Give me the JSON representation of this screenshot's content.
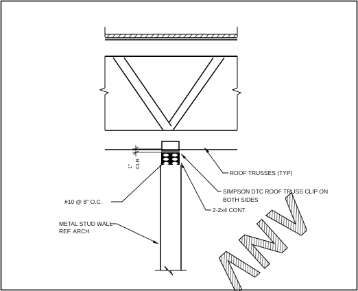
{
  "drawing": {
    "clearance_dim": "1\"",
    "clearance_label": "CLR",
    "notes": {
      "roof_trusses": "ROOF TRUSSES (TYP)",
      "truss_clip_line1": "SIMPSON DTC ROOF TRUSS CLIP ON",
      "truss_clip_line2": "BOTH SIDES",
      "top_plate": "2-2x4 CONT.",
      "screws": "#10 @ 8\" O.C.",
      "stud_wall_line1": "METAL STUD WALL",
      "stud_wall_line2": "REF. ARCH."
    }
  },
  "colors": {
    "line": "#000000",
    "background": "#ffffff",
    "watermark": "#1a1a1a"
  }
}
